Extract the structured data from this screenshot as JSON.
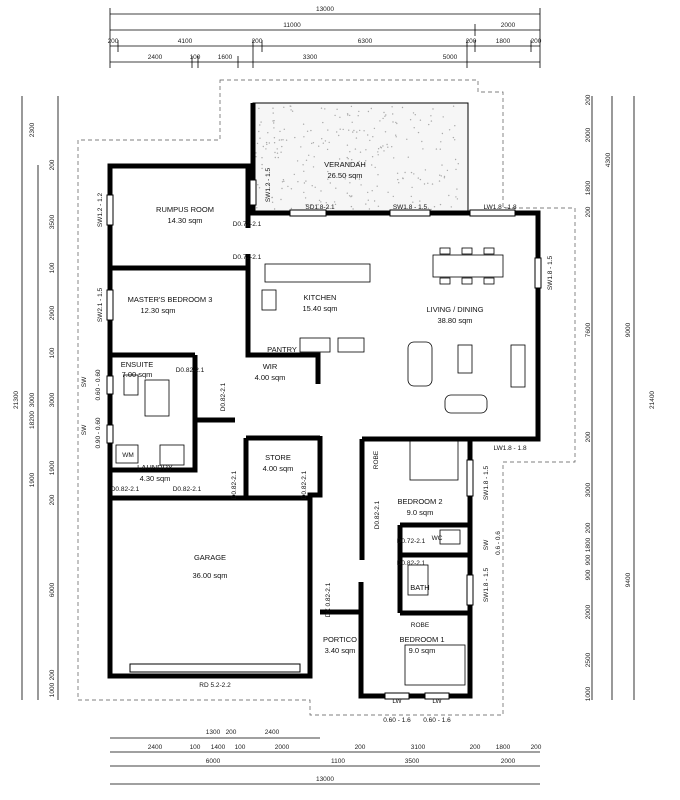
{
  "dims": {
    "top": [
      "13000",
      "11000",
      "2000",
      "200",
      "4100",
      "200",
      "6300",
      "200",
      "1800",
      "200",
      "2400",
      "100",
      "1600",
      "3300",
      "5000"
    ],
    "bottom": [
      "1300",
      "200",
      "2400",
      "2400",
      "100",
      "1400",
      "100",
      "2000",
      "200",
      "3100",
      "200",
      "1800",
      "200",
      "6000",
      "1100",
      "3500",
      "2000",
      "13000"
    ],
    "left": [
      "2300",
      "3500",
      "100",
      "2900",
      "100",
      "3000",
      "1900",
      "200",
      "6000",
      "200",
      "1000",
      "1900",
      "3000",
      "21300",
      "18200",
      "200"
    ],
    "right": [
      "200",
      "2000",
      "4300",
      "1800",
      "200",
      "7600",
      "9000",
      "200",
      "3000",
      "21400",
      "200",
      "1800",
      "900",
      "900",
      "2000",
      "9400",
      "2500",
      "1000"
    ]
  },
  "rooms": [
    {
      "name": "VERANDAH",
      "area": "26.50 sqm"
    },
    {
      "name": "RUMPUS ROOM",
      "area": "14.30 sqm"
    },
    {
      "name": "KITCHEN",
      "area": "15.40 sqm"
    },
    {
      "name": "LIVING / DINING",
      "area": "38.80 sqm"
    },
    {
      "name": "MASTER'S BEDROOM 3",
      "area": "12.30 sqm"
    },
    {
      "name": "PANTRY",
      "area": ""
    },
    {
      "name": "ENSUITE",
      "area": "7.00 sqm"
    },
    {
      "name": "WIR",
      "area": "4.00 sqm"
    },
    {
      "name": "STORE",
      "area": "4.00 sqm"
    },
    {
      "name": "LAUNDRY",
      "area": "4.30 sqm"
    },
    {
      "name": "GARAGE",
      "area": "36.00 sqm"
    },
    {
      "name": "BEDROOM 2",
      "area": "9.0 sqm"
    },
    {
      "name": "BATH",
      "area": ""
    },
    {
      "name": "BEDROOM 1",
      "area": "9.0 sqm"
    },
    {
      "name": "PORTICO",
      "area": "3.40 sqm"
    }
  ],
  "labels": {
    "sw12_15": "SW1.2 - 1.5",
    "sd18_21": "SD1.8-2.1",
    "sw18_15": "SW1.8 - 1.5",
    "lw18_18": "LW1.8 - 1.8",
    "sw12_12": "SW1.2 - 1.2",
    "d072a": "D0.72-2.1",
    "d072b": "D0.72-2.1",
    "sw18_15r": "SW1.8 - 1.5",
    "sw21_15": "SW2.1 - 1.5",
    "d082a": "D0.82-2.1",
    "d082b": "D0.82-2.1",
    "d082c": "D0.82-2.1",
    "d082d": "D0.82-2.1",
    "d082e": "D0.82-2.1",
    "d082f": "D0.82-2.1",
    "d082g": "D0.82-2.1",
    "d082h": "D0.82-2.1",
    "d072c": "D0.72-2.1",
    "lw18_18b": "LW1.8 - 1.8",
    "robe": "ROBE",
    "robe2": "ROBE",
    "wm": "WM",
    "wc": "WC",
    "sw18_15b": "SW1.8 - 1.5",
    "sw18_15c": "SW1.8 - 1.5",
    "sw06_06": "0.6 - 0.6",
    "sw": "SW",
    "sw_a": "SW",
    "sw_b": "SW",
    "sw060": "0.60 - 0.60",
    "sw0906": "0.90 - 0.60",
    "rd": "RD 5.2-2.2",
    "lw1": "LW",
    "lw2": "LW",
    "lw1v": "0.60 - 1.6",
    "lw2v": "0.60 - 1.6",
    "dx": "DX 0.82-2.1"
  }
}
